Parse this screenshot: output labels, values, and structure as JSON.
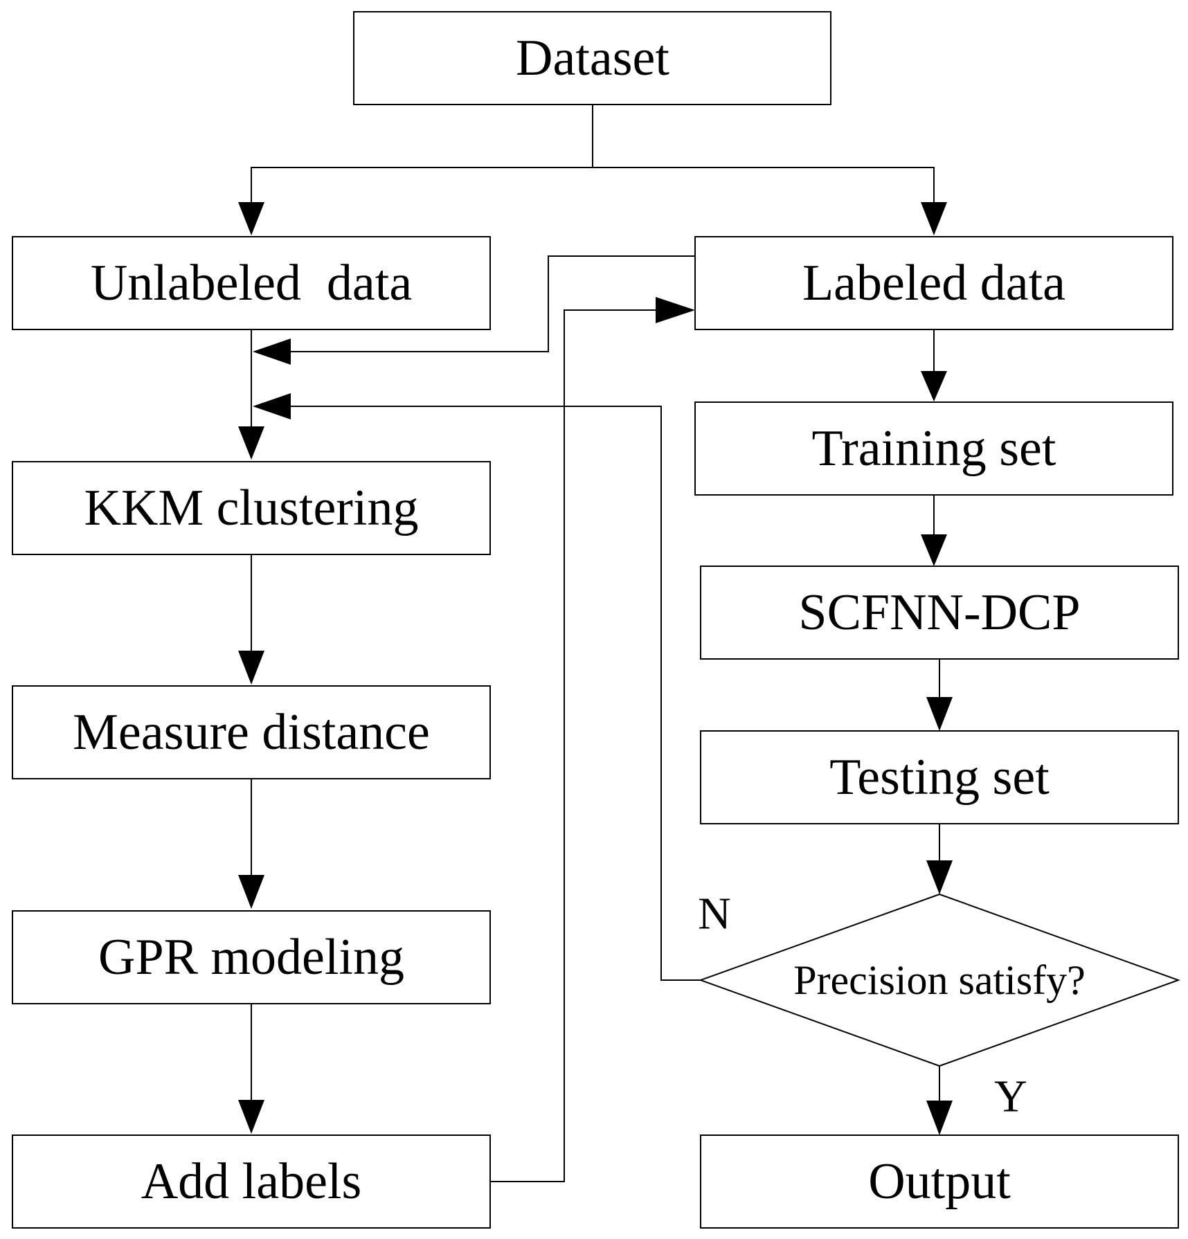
{
  "flowchart": {
    "nodes": {
      "dataset": "Dataset",
      "unlabeled_data": "Unlabeled  data",
      "labeled_data": "Labeled data",
      "kkm_clustering": "KKM clustering",
      "training_set": "Training set",
      "measure_distance": "Measure distance",
      "scfnn_dcp": "SCFNN-DCP",
      "testing_set": "Testing set",
      "gpr_modeling": "GPR modeling",
      "precision_satisfy": "Precision satisfy?",
      "add_labels": "Add labels",
      "output": "Output"
    },
    "branch_labels": {
      "no": "N",
      "yes": "Y"
    },
    "edges": [
      {
        "from": "dataset",
        "to": "unlabeled_data"
      },
      {
        "from": "dataset",
        "to": "labeled_data"
      },
      {
        "from": "unlabeled_data",
        "to": "kkm_clustering"
      },
      {
        "from": "labeled_data",
        "to": "unlabeled_to_kkm_line"
      },
      {
        "from": "labeled_data",
        "to": "training_set"
      },
      {
        "from": "training_set",
        "to": "scfnn_dcp"
      },
      {
        "from": "scfnn_dcp",
        "to": "testing_set"
      },
      {
        "from": "testing_set",
        "to": "precision_satisfy"
      },
      {
        "from": "precision_satisfy",
        "to": "unlabeled_to_kkm_line",
        "label": "N"
      },
      {
        "from": "precision_satisfy",
        "to": "output",
        "label": "Y"
      },
      {
        "from": "kkm_clustering",
        "to": "measure_distance"
      },
      {
        "from": "measure_distance",
        "to": "gpr_modeling"
      },
      {
        "from": "gpr_modeling",
        "to": "add_labels"
      },
      {
        "from": "add_labels",
        "to": "labeled_data"
      }
    ]
  }
}
